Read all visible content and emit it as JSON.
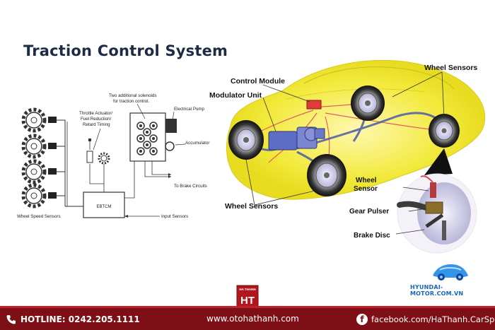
{
  "title": "Traction Control System",
  "left_diagram": {
    "solenoid_note_1": "Two additional solenoids",
    "solenoid_note_2": "for traction control.",
    "throttle_1": "Throttle Actuator/",
    "throttle_2": "Fuel Reduction/",
    "throttle_3": "Retard Timing",
    "electrical_pump": "Electrical Pump",
    "accumulator": "Accumulator",
    "to_brake": "To Brake Circuits",
    "ebtcm": "EBTCM",
    "input_sensors": "Input Sensors",
    "wheel_speed_sensors": "Wheel Speed Sensors"
  },
  "right_diagram": {
    "control_module": "Control Module",
    "modulator_unit": "Modulator Unit",
    "wheel_sensors_top": "Wheel Sensors",
    "wheel_sensors_bottom": "Wheel Sensors",
    "wheel_sensor_1": "Wheel",
    "wheel_sensor_2": "Sensor",
    "gear_pulser": "Gear Pulser",
    "brake_disc": "Brake Disc"
  },
  "logo": {
    "top": "HA THANH",
    "mark": "HT"
  },
  "watermark": "HYUNDAI-MOTOR.COM.VN",
  "footer": {
    "hotline": "HOTLINE: 0242.205.1111",
    "website": "www.otohathanh.com",
    "facebook": "facebook.com/HaThanh.CarSpa"
  },
  "colors": {
    "footer_bg": "#7e0f16",
    "car_body": "#f5ef4a",
    "brake_line": "#e06060",
    "hydraulic": "#4a5aa8",
    "control_module": "#e03b3b"
  }
}
